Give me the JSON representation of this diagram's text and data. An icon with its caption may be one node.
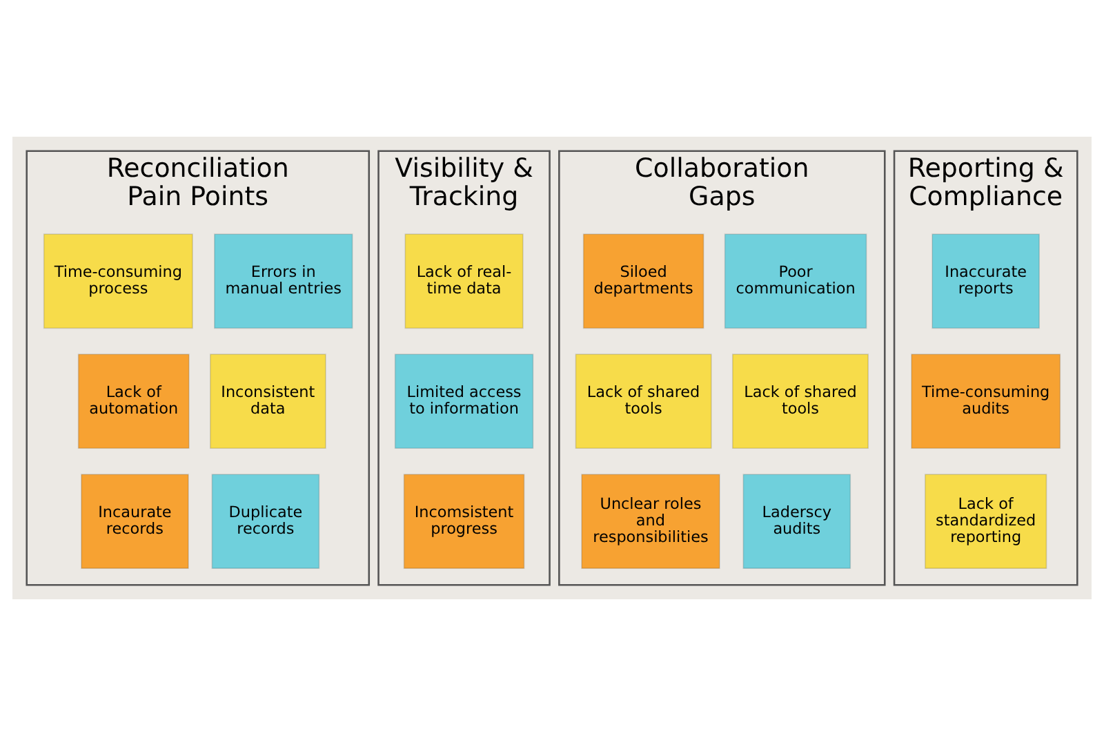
{
  "diagram": {
    "nodes": [
      {
        "text": [
          "Reconciliation Pain Points"
        ]
      },
      {
        "text": [
          "Time-consuming process"
        ],
        "in": 0
      },
      {
        "text": [
          "Errors in manual entries"
        ],
        "in": 0
      },
      {
        "text": [
          "Lack of automation"
        ],
        "in": 0
      },
      {
        "text": [
          "Inconsistent data"
        ],
        "in": 0
      },
      {
        "text": [
          "Incaurate records"
        ],
        "in": 0
      },
      {
        "text": [
          "Duplicate records"
        ],
        "in": 0
      },
      {
        "text": [
          "Visibility & Tracking"
        ]
      },
      {
        "text": [
          "Lack of real-time data"
        ],
        "in": 7
      },
      {
        "text": [
          "Limited access to information"
        ],
        "in": 7
      },
      {
        "text": [
          "Incomsistent progress"
        ],
        "in": 7
      },
      {
        "text": [
          "Collaboration Gaps"
        ]
      },
      {
        "text": [
          "Siloed departments"
        ],
        "in": 11
      },
      {
        "text": [
          "Poor communication"
        ],
        "in": 11
      },
      {
        "text": [
          "Lack of shared tools"
        ],
        "in": 11
      },
      {
        "text": [
          "Lack of shared tools"
        ],
        "in": 11
      },
      {
        "text": [
          "Unclear roles and responsibilities"
        ],
        "in": 11
      },
      {
        "text": [
          "Laderscy audits"
        ],
        "in": 11
      },
      {
        "text": [
          "Reporting & Compliance"
        ]
      },
      {
        "text": [
          "Inaccurate reports"
        ],
        "in": 18
      },
      {
        "text": [
          "Time-consuming audits"
        ],
        "in": 18
      },
      {
        "text": [
          "Lack of standardized reporting"
        ],
        "in": 18
      }
    ]
  }
}
